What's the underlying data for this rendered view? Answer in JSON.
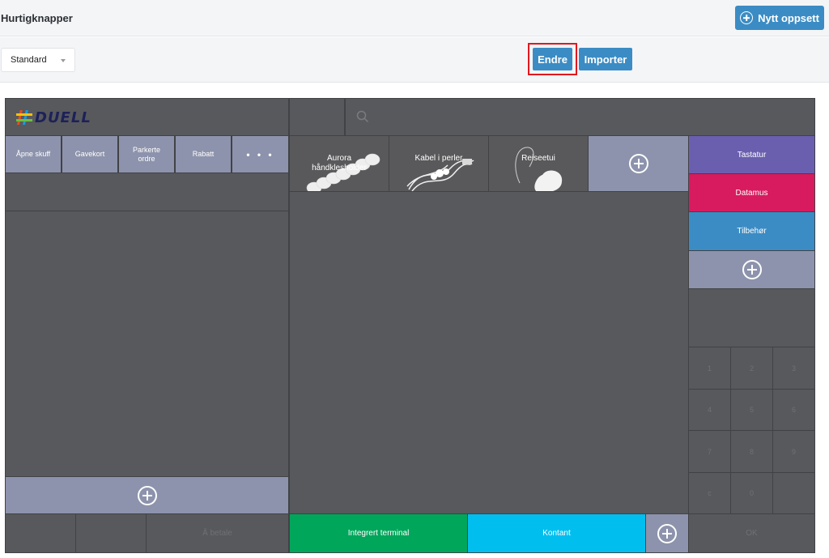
{
  "header": {
    "title": "Hurtigknapper",
    "new_layout_label": "Nytt oppsett"
  },
  "toolbar": {
    "layout_select_value": "Standard",
    "edit_label": "Endre",
    "import_label": "Importer"
  },
  "pos": {
    "logo_text": "DUELL",
    "function_buttons": [
      "Åpne skuff",
      "Gavekort",
      "Parkerte ordre",
      "Rabatt"
    ],
    "more_label": "• • •",
    "products": [
      {
        "label": "Aurora håndklesholder"
      },
      {
        "label": "Kabel i perler"
      },
      {
        "label": "Reiseetui"
      }
    ],
    "categories": [
      {
        "label": "Tastatur",
        "color": "#6a5fae"
      },
      {
        "label": "Datamus",
        "color": "#d81b5e"
      },
      {
        "label": "Tilbehør",
        "color": "#3b8cc4"
      }
    ],
    "numpad": [
      "1",
      "2",
      "3",
      "4",
      "5",
      "6",
      "7",
      "8",
      "9",
      "c",
      "0"
    ],
    "to_pay_label": "Å betale",
    "payments": [
      {
        "label": "Integrert terminal",
        "color": "#00a65a"
      },
      {
        "label": "Kontant",
        "color": "#00bfef"
      }
    ],
    "ok_label": "OK"
  }
}
